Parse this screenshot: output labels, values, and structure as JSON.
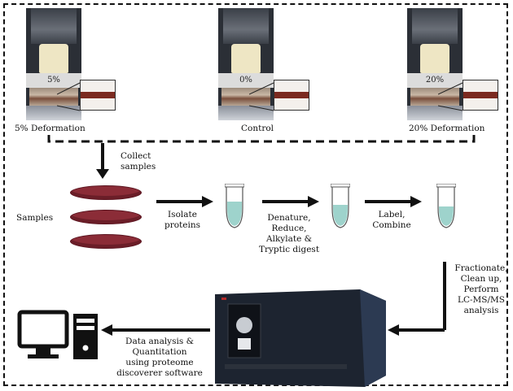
{
  "conditions": [
    {
      "plate": "5%",
      "label": "5% Deformation"
    },
    {
      "plate": "0%",
      "label": "Control"
    },
    {
      "plate": "20%",
      "label": "20% Deformation"
    }
  ],
  "steps": {
    "collect": "Collect\nsamples",
    "samples": "Samples",
    "isolate": "Isolate\nproteins",
    "denature": "Denature,\nReduce,\nAlkylate &\nTryptic digest",
    "label": "Label,\nCombine",
    "fractionate": "Fractionate,\nClean up,\nPerform\nLC-MS/MS\nanalysis",
    "analysis": "Data analysis &\nQuantitation\nusing proteome\ndiscoverer software"
  },
  "colors": {
    "disc": "#8b2c37",
    "liquid": "#9ed3cc"
  }
}
